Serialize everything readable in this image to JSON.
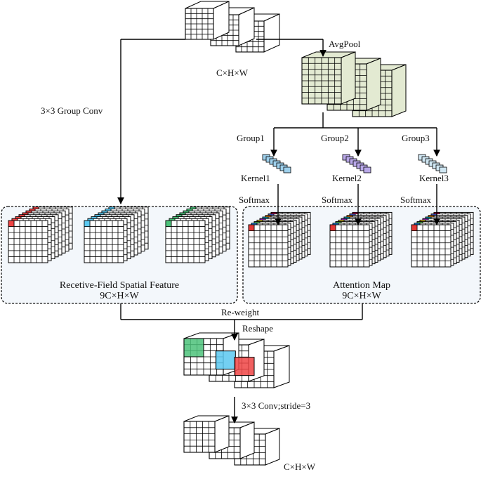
{
  "labels": {
    "input_dims": "C×H×W",
    "avgpool": "AvgPool",
    "group_conv": "3×3 Group Conv",
    "group1": "Group1",
    "group2": "Group2",
    "group3": "Group3",
    "kernel1": "Kernel1",
    "kernel2": "Kernel2",
    "kernel3": "Kernel3",
    "softmax1": "Softmax",
    "softmax2": "Softmax",
    "softmax3": "Softmax",
    "rf_title": "Recetive-Field Spatial Feature",
    "rf_dims": "9C×H×W",
    "att_title": "Attention Map",
    "att_dims": "9C×H×W",
    "reweight": "Re-weight",
    "reshape": "Reshape",
    "conv_stride": "3×3 Conv;stride=3",
    "output_dims": "C×H×W"
  },
  "colors": {
    "avgpool_fill": "#e3ead2",
    "panel_fill": "#f3f7fb",
    "red": "#ef4444",
    "blue": "#5bc8f0",
    "green": "#4cc27a",
    "kernel1": "#9ed0ec",
    "kernel2": "#b9a8e8",
    "kernel3": "#cfe6f2",
    "attention_palette": [
      "#e53935",
      "#1e88e5",
      "#43a047",
      "#fdd835",
      "#8e24aa",
      "#00acc1",
      "#fb8c00",
      "#3949ab",
      "#c2185b"
    ]
  }
}
